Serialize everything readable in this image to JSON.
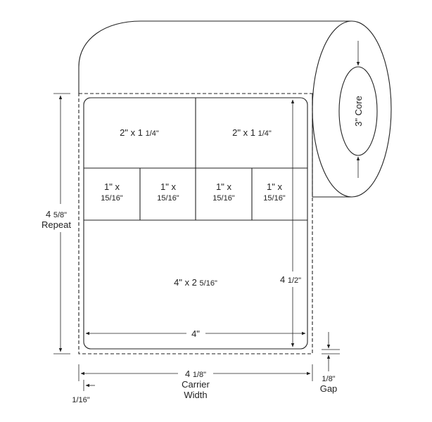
{
  "labels": {
    "large_label_1_a": "2\" x 1",
    "large_label_1_b": "1/4\"",
    "large_label_2_a": "2\" x 1",
    "large_label_2_b": "1/4\"",
    "small_label_a": "1\" x",
    "small_label_b": "15/16\"",
    "bottom_label_a": "4\" x 2",
    "bottom_label_b": "5/16\""
  },
  "dimensions": {
    "repeat_a": "4",
    "repeat_b": "5/8\"",
    "repeat_word": "Repeat",
    "label_height_a": "4",
    "label_height_b": "1/2\"",
    "label_width": "4\"",
    "carrier_a": "4",
    "carrier_b": "1/8\"",
    "carrier_word_1": "Carrier",
    "carrier_word_2": "Width",
    "edge": "1/16\"",
    "gap_value": "1/8\"",
    "gap_word": "Gap",
    "core": "3\" Core"
  },
  "colors": {
    "line": "#222222",
    "background": "#ffffff"
  }
}
